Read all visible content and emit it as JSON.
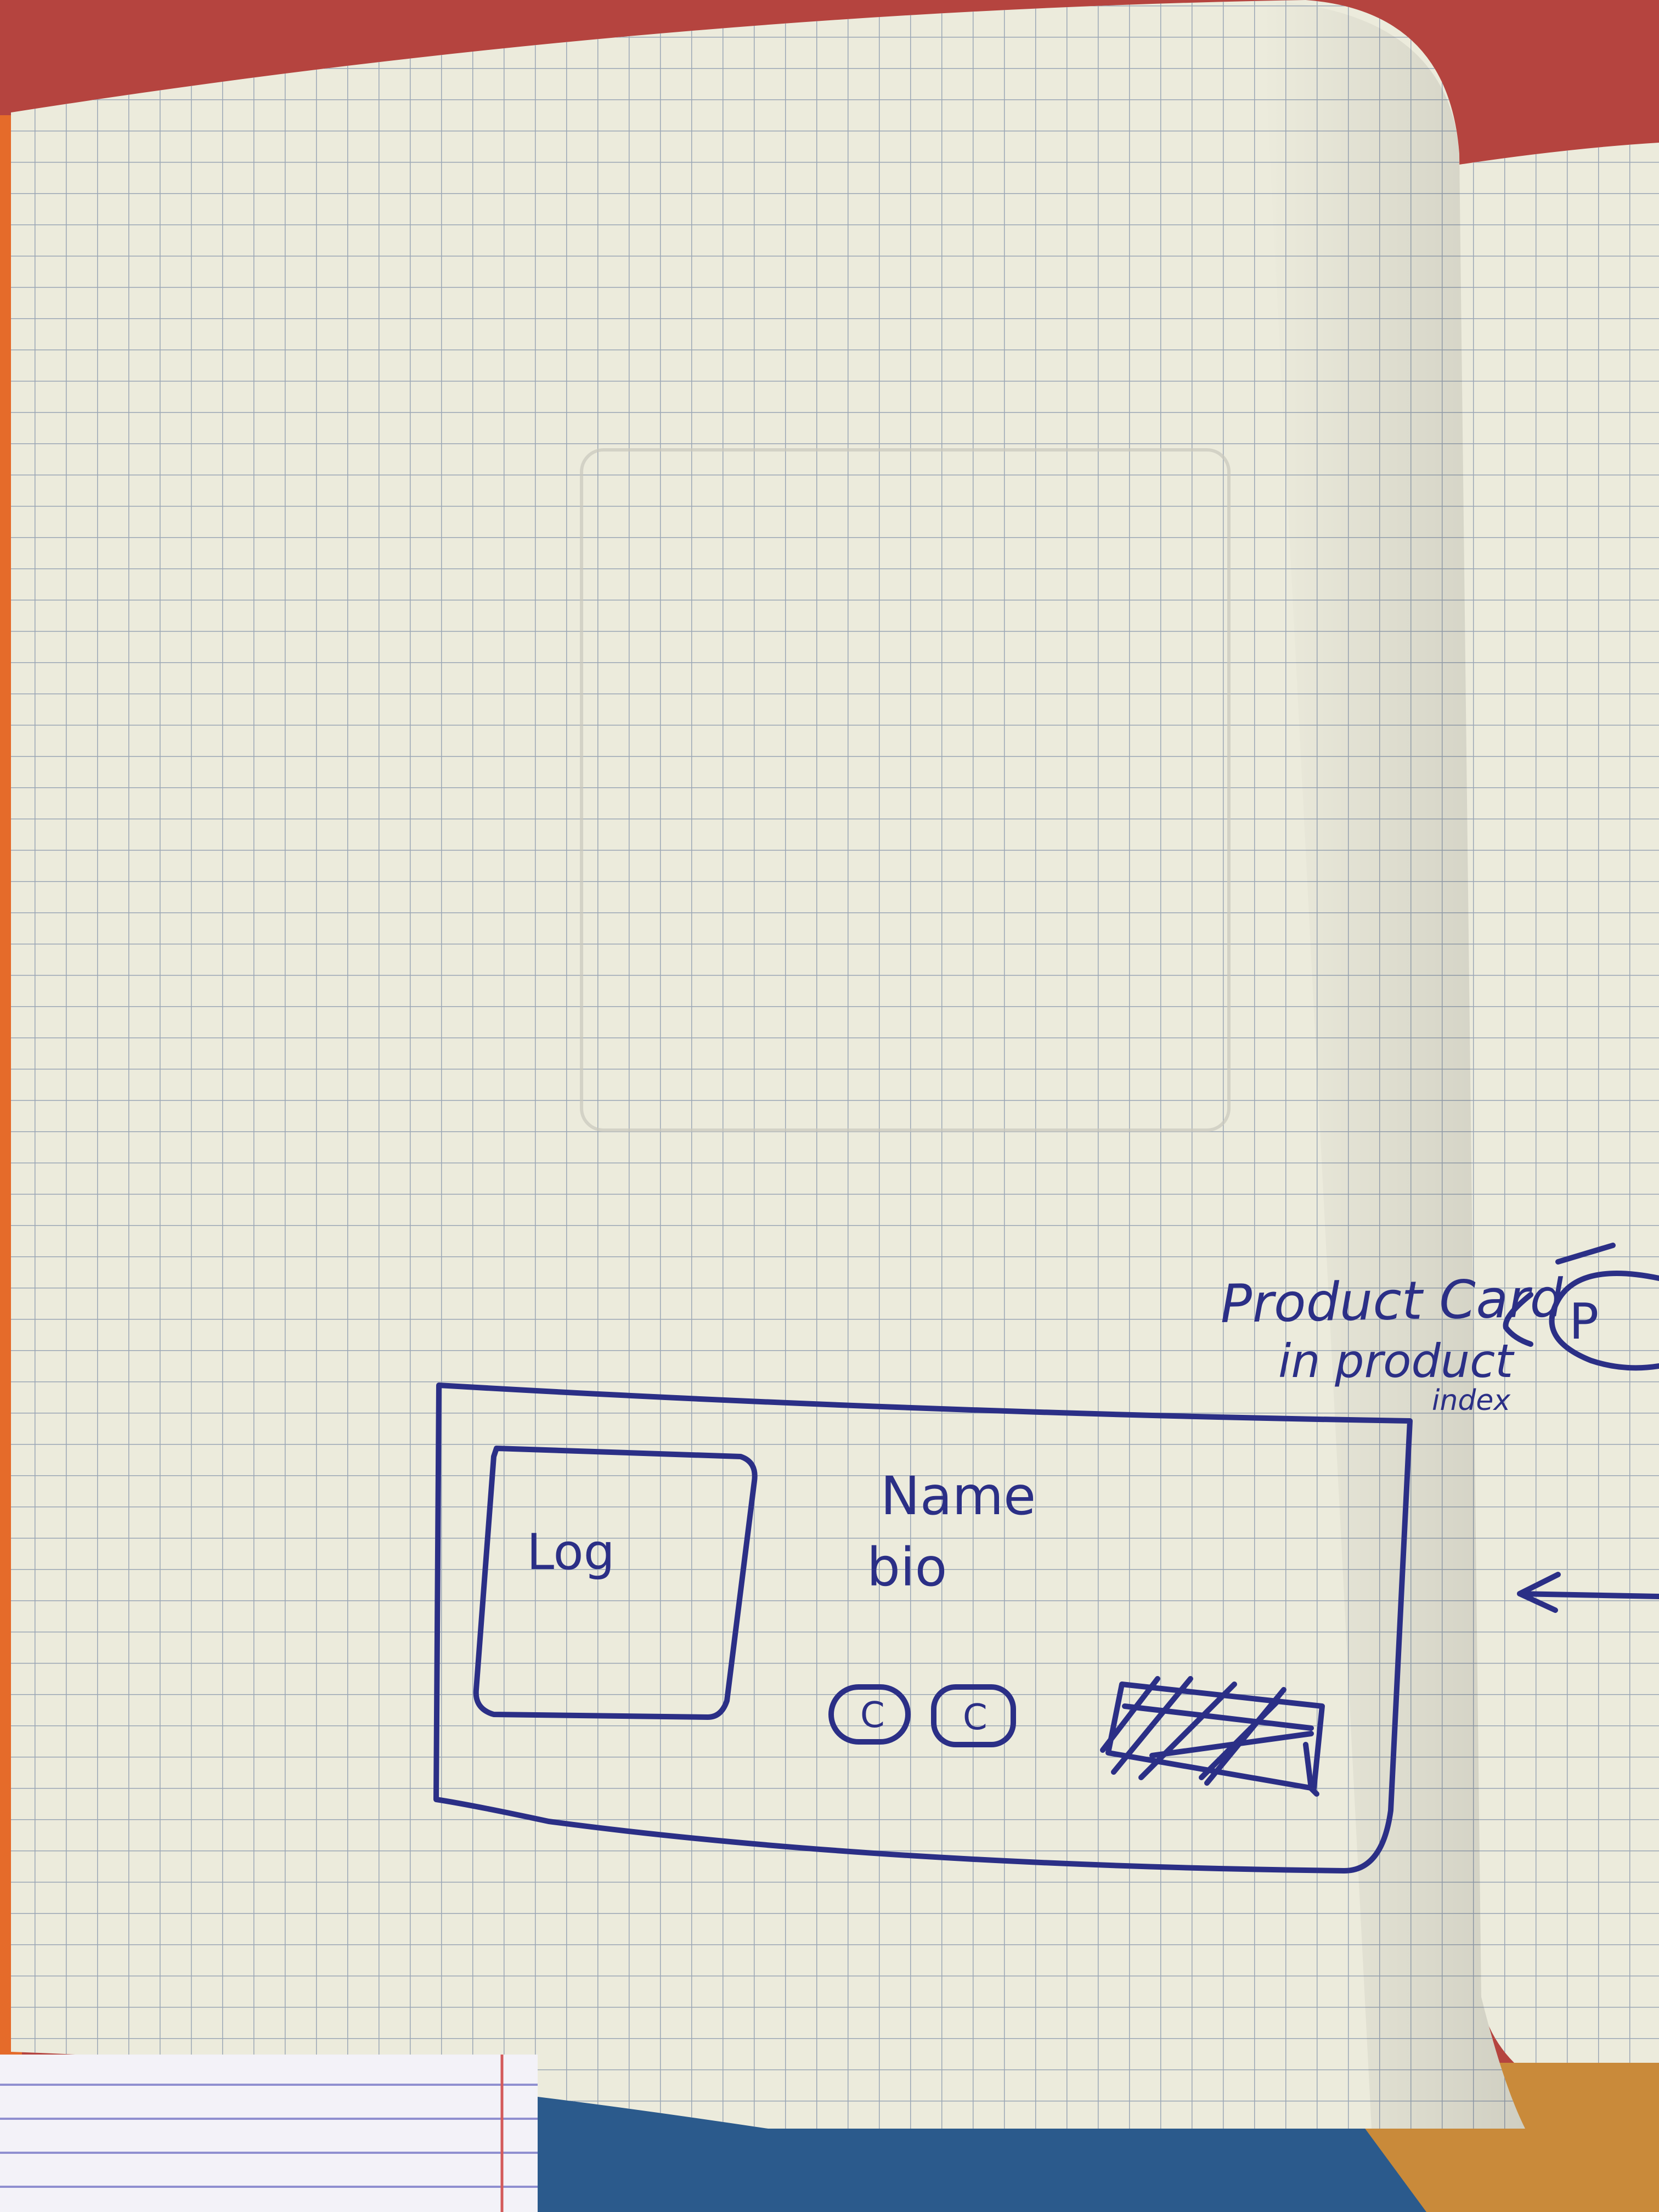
{
  "colors": {
    "table_top": "#b5443f",
    "table_bottom": "#2b5a8c",
    "paper": "#ecebdc",
    "grid_line": "#9aa6b5",
    "ink": "#2b2f86",
    "notebook_edge": "#e56b2a",
    "lined_paper": "#f3f2f8",
    "lined_rule": "#8f8fd0"
  },
  "icons": [
    "hatched-box-icon",
    "arrow-left-icon"
  ],
  "sketch": {
    "annotation_line1": "Product Card",
    "annotation_line2": "in product",
    "annotation_line3": "index",
    "logo_label": "Log",
    "name_label": "Name",
    "bio_label": "bio",
    "chip_1": "C",
    "chip_2": "C",
    "next_page_bubble": "P"
  }
}
